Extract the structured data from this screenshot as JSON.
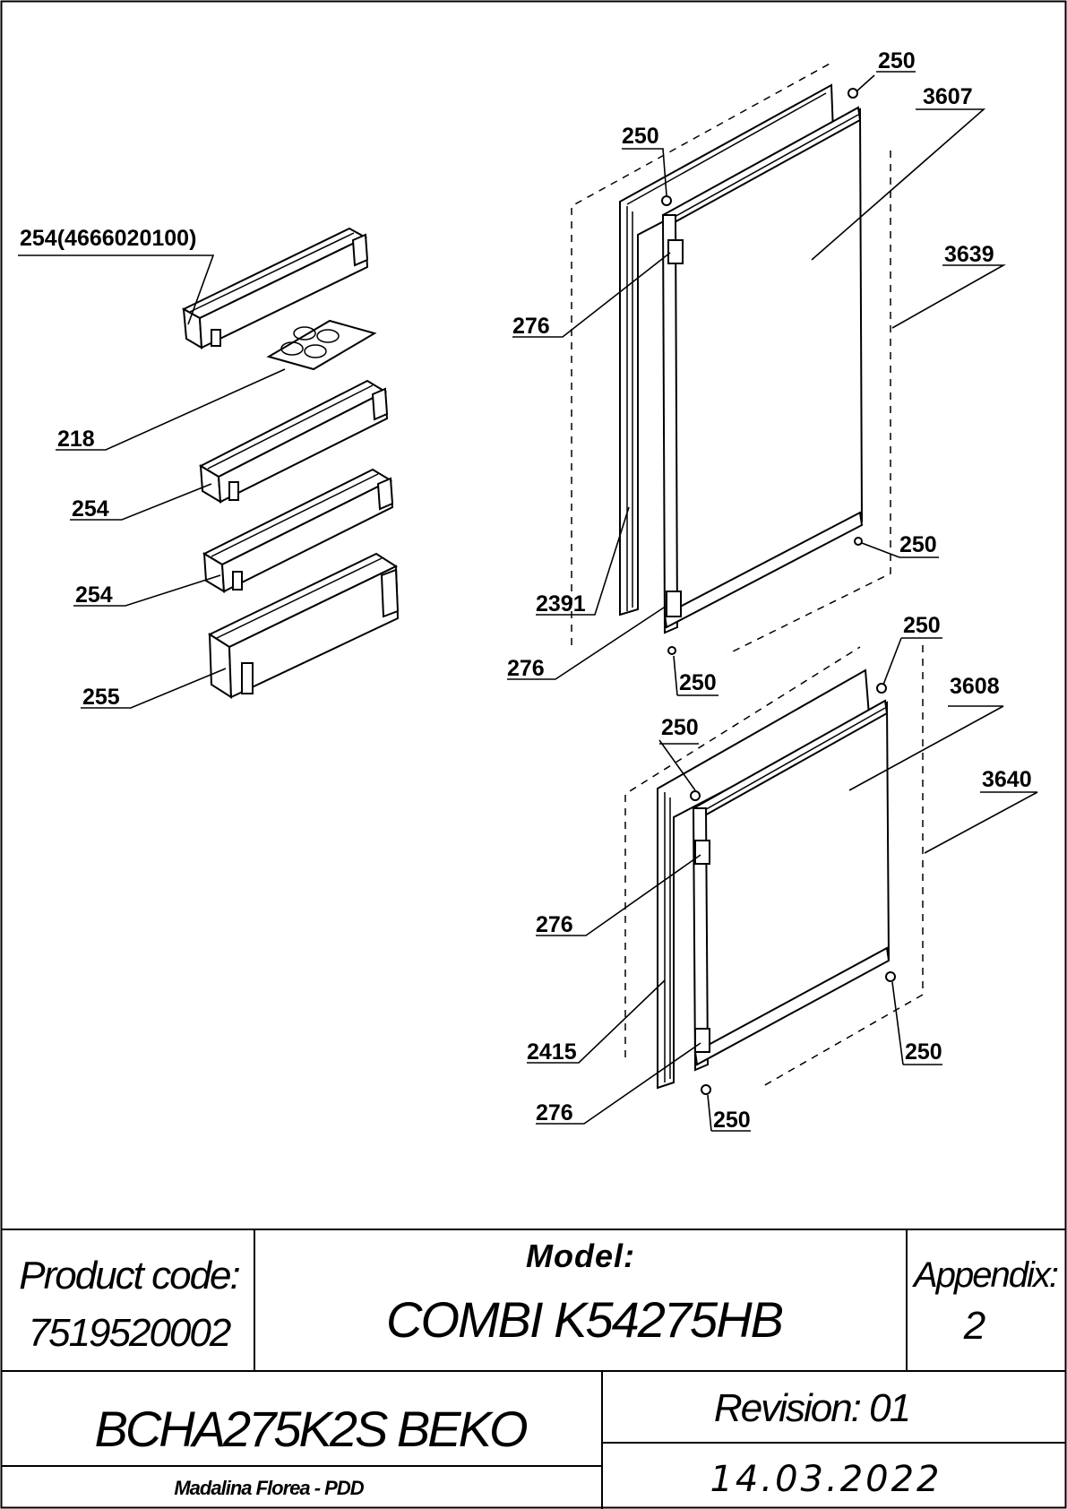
{
  "labels": {
    "shelf_top": "254(4666020100)",
    "egg_tray": "218",
    "shelf_mid": "254",
    "shelf_low": "254",
    "bottle_shelf": "255",
    "upper_hinge_top": "276",
    "upper_hinge_bottom": "276",
    "upper_gasket": "2391",
    "upper_panel": "3607",
    "upper_door": "3639",
    "upper_cap_a": "250",
    "upper_cap_b": "250",
    "upper_cap_c": "250",
    "upper_cap_d": "250",
    "lower_hinge_top": "276",
    "lower_hinge_bottom": "276",
    "lower_gasket": "2415",
    "lower_panel": "3608",
    "lower_door": "3640",
    "lower_cap_a": "250",
    "lower_cap_b": "250",
    "lower_cap_c": "250",
    "lower_cap_d": "250"
  },
  "title_block": {
    "product_code_label": "Product code:",
    "product_code": "7519520002",
    "model_label": "Model:",
    "model": "COMBI K54275HB",
    "appendix_label": "Appendix:",
    "appendix": "2",
    "product_name": "BCHA275K2S BEKO",
    "revision": "Revision: 01",
    "author": "Madalina Florea - PDD",
    "date": "14.03.2022"
  }
}
